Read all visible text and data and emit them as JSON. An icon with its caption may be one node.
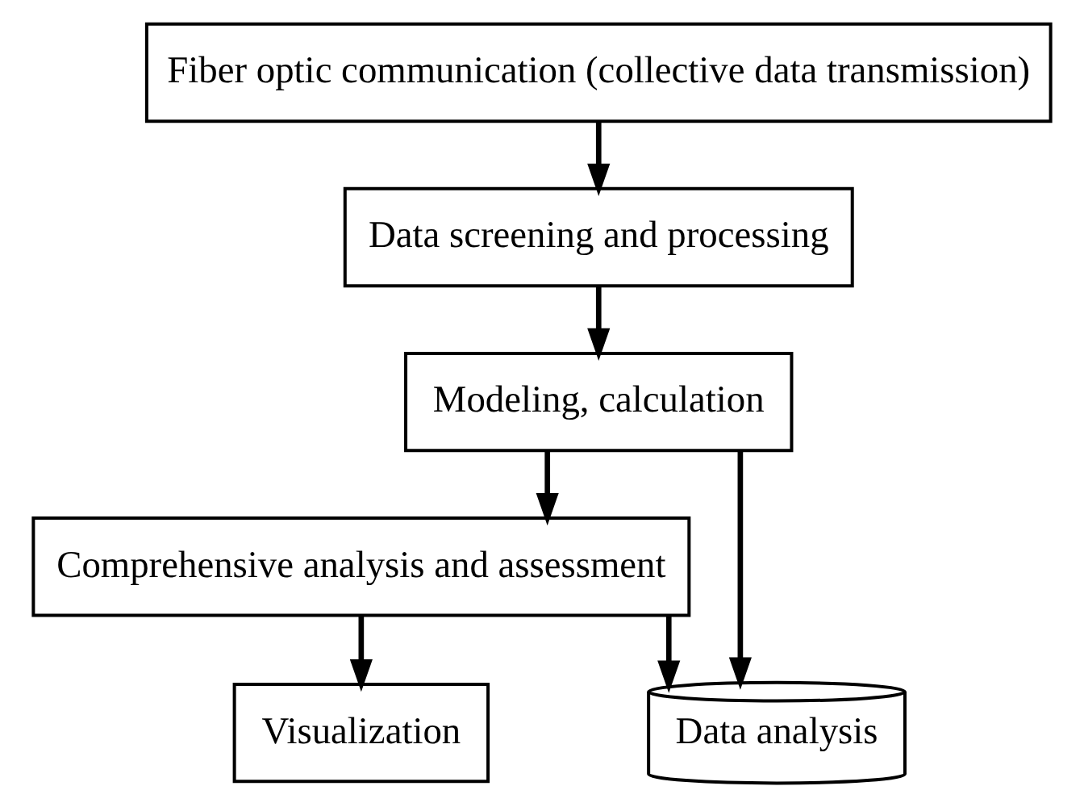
{
  "diagram": {
    "nodes": [
      {
        "text": [
          "Fiber optic communication (collective data transmission)"
        ]
      },
      {
        "text": [
          "Data screening and processing"
        ]
      },
      {
        "text": [
          "Modeling, calculation"
        ]
      },
      {
        "text": [
          "Comprehensive analysis and assessment"
        ]
      },
      {
        "text": [
          "Visualization"
        ]
      },
      {
        "text": [
          "Data analysis"
        ]
      }
    ],
    "edges": [
      {
        "from": 0,
        "to": 1,
        "arrow": "to"
      },
      {
        "from": 1,
        "to": 2,
        "arrow": "to"
      },
      {
        "from": 2,
        "to": 3,
        "arrow": "to"
      },
      {
        "from": 3,
        "to": 4,
        "arrow": "to"
      },
      {
        "from": 2,
        "to": 5,
        "arrow": "to"
      },
      {
        "from": 3,
        "to": 5,
        "arrow": "to"
      }
    ]
  }
}
